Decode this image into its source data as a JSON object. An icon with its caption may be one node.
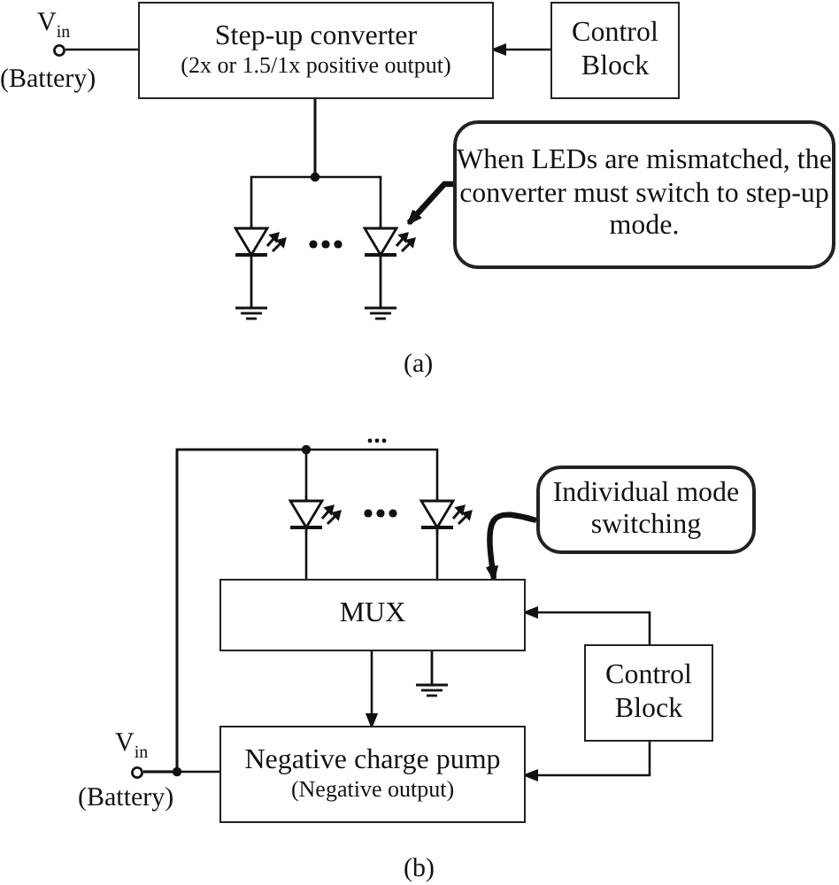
{
  "diagram": {
    "nodes": [
      {
        "text": [
          "Step-up converter",
          "(2x or 1.5/1x positive output)"
        ]
      },
      {
        "text": [
          "Control Block"
        ]
      },
      {
        "text": [],
        "shape": "circle",
        "beside": [
          "V$_{in}$",
          "(Battery)"
        ]
      },
      {
        "text": [],
        "shape": "diode"
      },
      {
        "text": [],
        "shape": "diode"
      },
      {
        "text": [
          "When LEDs are mismatched, the converter must switch to step-up mode."
        ]
      },
      {
        "text": [],
        "shape": "diode"
      },
      {
        "text": [],
        "shape": "diode"
      },
      {
        "text": [
          "Individual mode switching"
        ]
      },
      {
        "text": [
          "MUX"
        ]
      },
      {
        "text": [
          "Control Block"
        ]
      },
      {
        "text": [
          "Negative charge pump",
          "(Negative output)"
        ]
      },
      {
        "text": [],
        "shape": "circle",
        "beside": [
          "V$_{in}$",
          "(Battery)"
        ]
      }
    ],
    "edges": [
      {
        "from": 1,
        "to": 0,
        "arrow": "to"
      },
      {
        "from": 2,
        "to": 0,
        "arrow": "none"
      },
      {
        "from": 0,
        "to": 3,
        "arrow": "none"
      },
      {
        "from": 0,
        "to": 4,
        "arrow": "none"
      },
      {
        "from": 5,
        "to": 4,
        "arrow": "to",
        "style": "thick"
      },
      {
        "from": 12,
        "to": 11,
        "arrow": "none"
      },
      {
        "from": 12,
        "to": 6,
        "arrow": "none"
      },
      {
        "from": 12,
        "to": 7,
        "arrow": "none"
      },
      {
        "from": 6,
        "to": 9,
        "arrow": "none"
      },
      {
        "from": 7,
        "to": 9,
        "arrow": "none"
      },
      {
        "from": 9,
        "to": 11,
        "arrow": "to"
      },
      {
        "from": 10,
        "to": 9,
        "arrow": "to"
      },
      {
        "from": 10,
        "to": 11,
        "arrow": "to"
      },
      {
        "from": 8,
        "to": 9,
        "arrow": "to",
        "style": "thick"
      }
    ],
    "labels": [
      "(a)",
      "(b)"
    ]
  }
}
